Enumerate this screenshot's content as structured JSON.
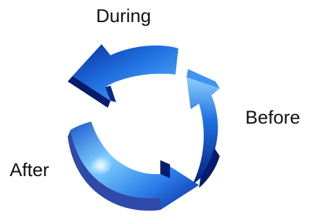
{
  "diagram": {
    "type": "cycle",
    "stages": [
      {
        "id": "during",
        "label": "During"
      },
      {
        "id": "before",
        "label": "Before"
      },
      {
        "id": "after",
        "label": "After"
      }
    ],
    "colors": {
      "arrow_dark": "#0a2a9a",
      "arrow_mid": "#1f6fe0",
      "arrow_light": "#8fd0ff",
      "text": "#111111",
      "background": "#ffffff"
    }
  }
}
